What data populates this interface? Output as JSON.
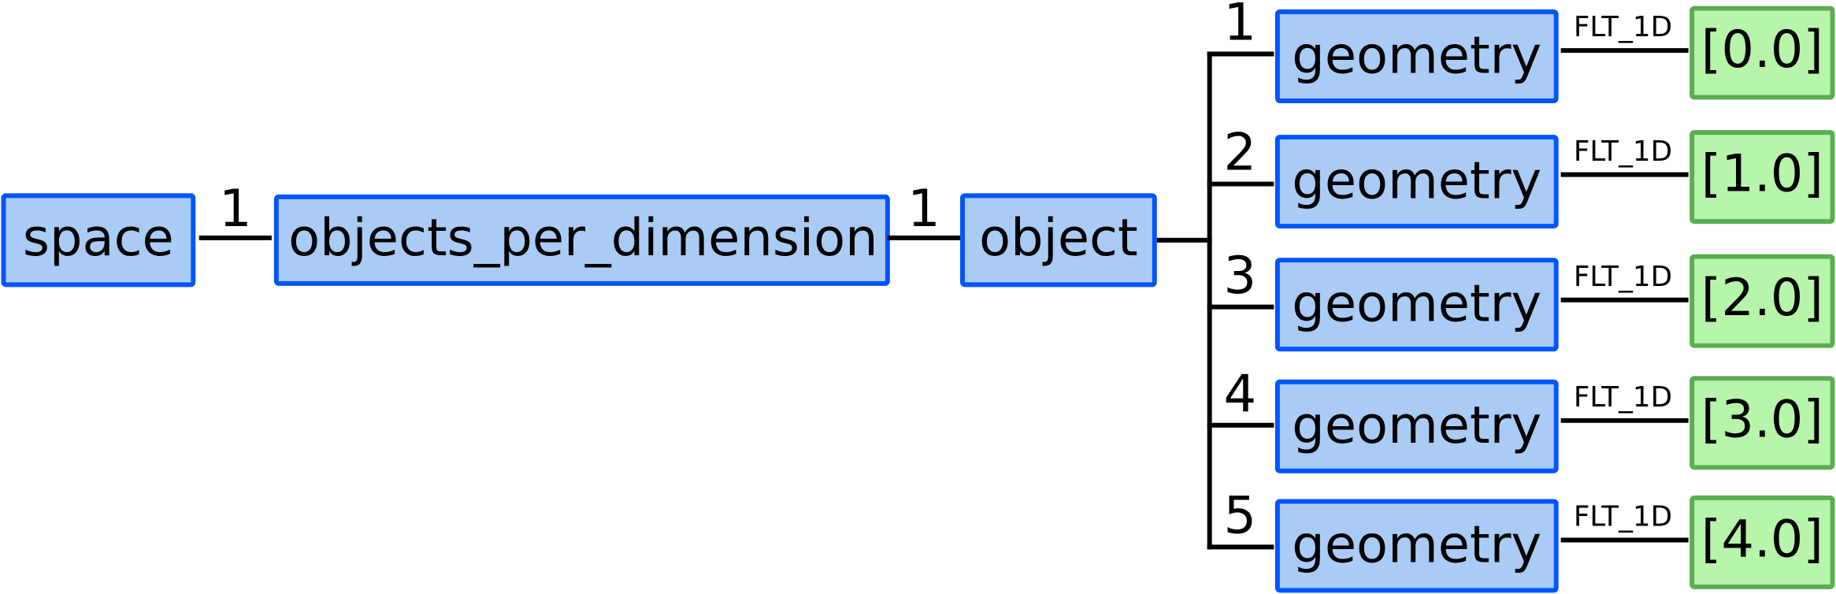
{
  "colors": {
    "node_fill": "#aacbf5",
    "node_border": "#0055ff",
    "leaf_fill": "#b7f5aa",
    "leaf_border": "#5aad52",
    "edge": "#000000"
  },
  "nodes": {
    "space": "space",
    "objects_per_dimension": "objects_per_dimension",
    "object": "object"
  },
  "edges": {
    "space_to_opd": "1",
    "opd_to_object": "1"
  },
  "geometries": [
    {
      "index": "1",
      "label": "geometry",
      "type": "FLT_1D",
      "value": "[0.0]"
    },
    {
      "index": "2",
      "label": "geometry",
      "type": "FLT_1D",
      "value": "[1.0]"
    },
    {
      "index": "3",
      "label": "geometry",
      "type": "FLT_1D",
      "value": "[2.0]"
    },
    {
      "index": "4",
      "label": "geometry",
      "type": "FLT_1D",
      "value": "[3.0]"
    },
    {
      "index": "5",
      "label": "geometry",
      "type": "FLT_1D",
      "value": "[4.0]"
    }
  ]
}
